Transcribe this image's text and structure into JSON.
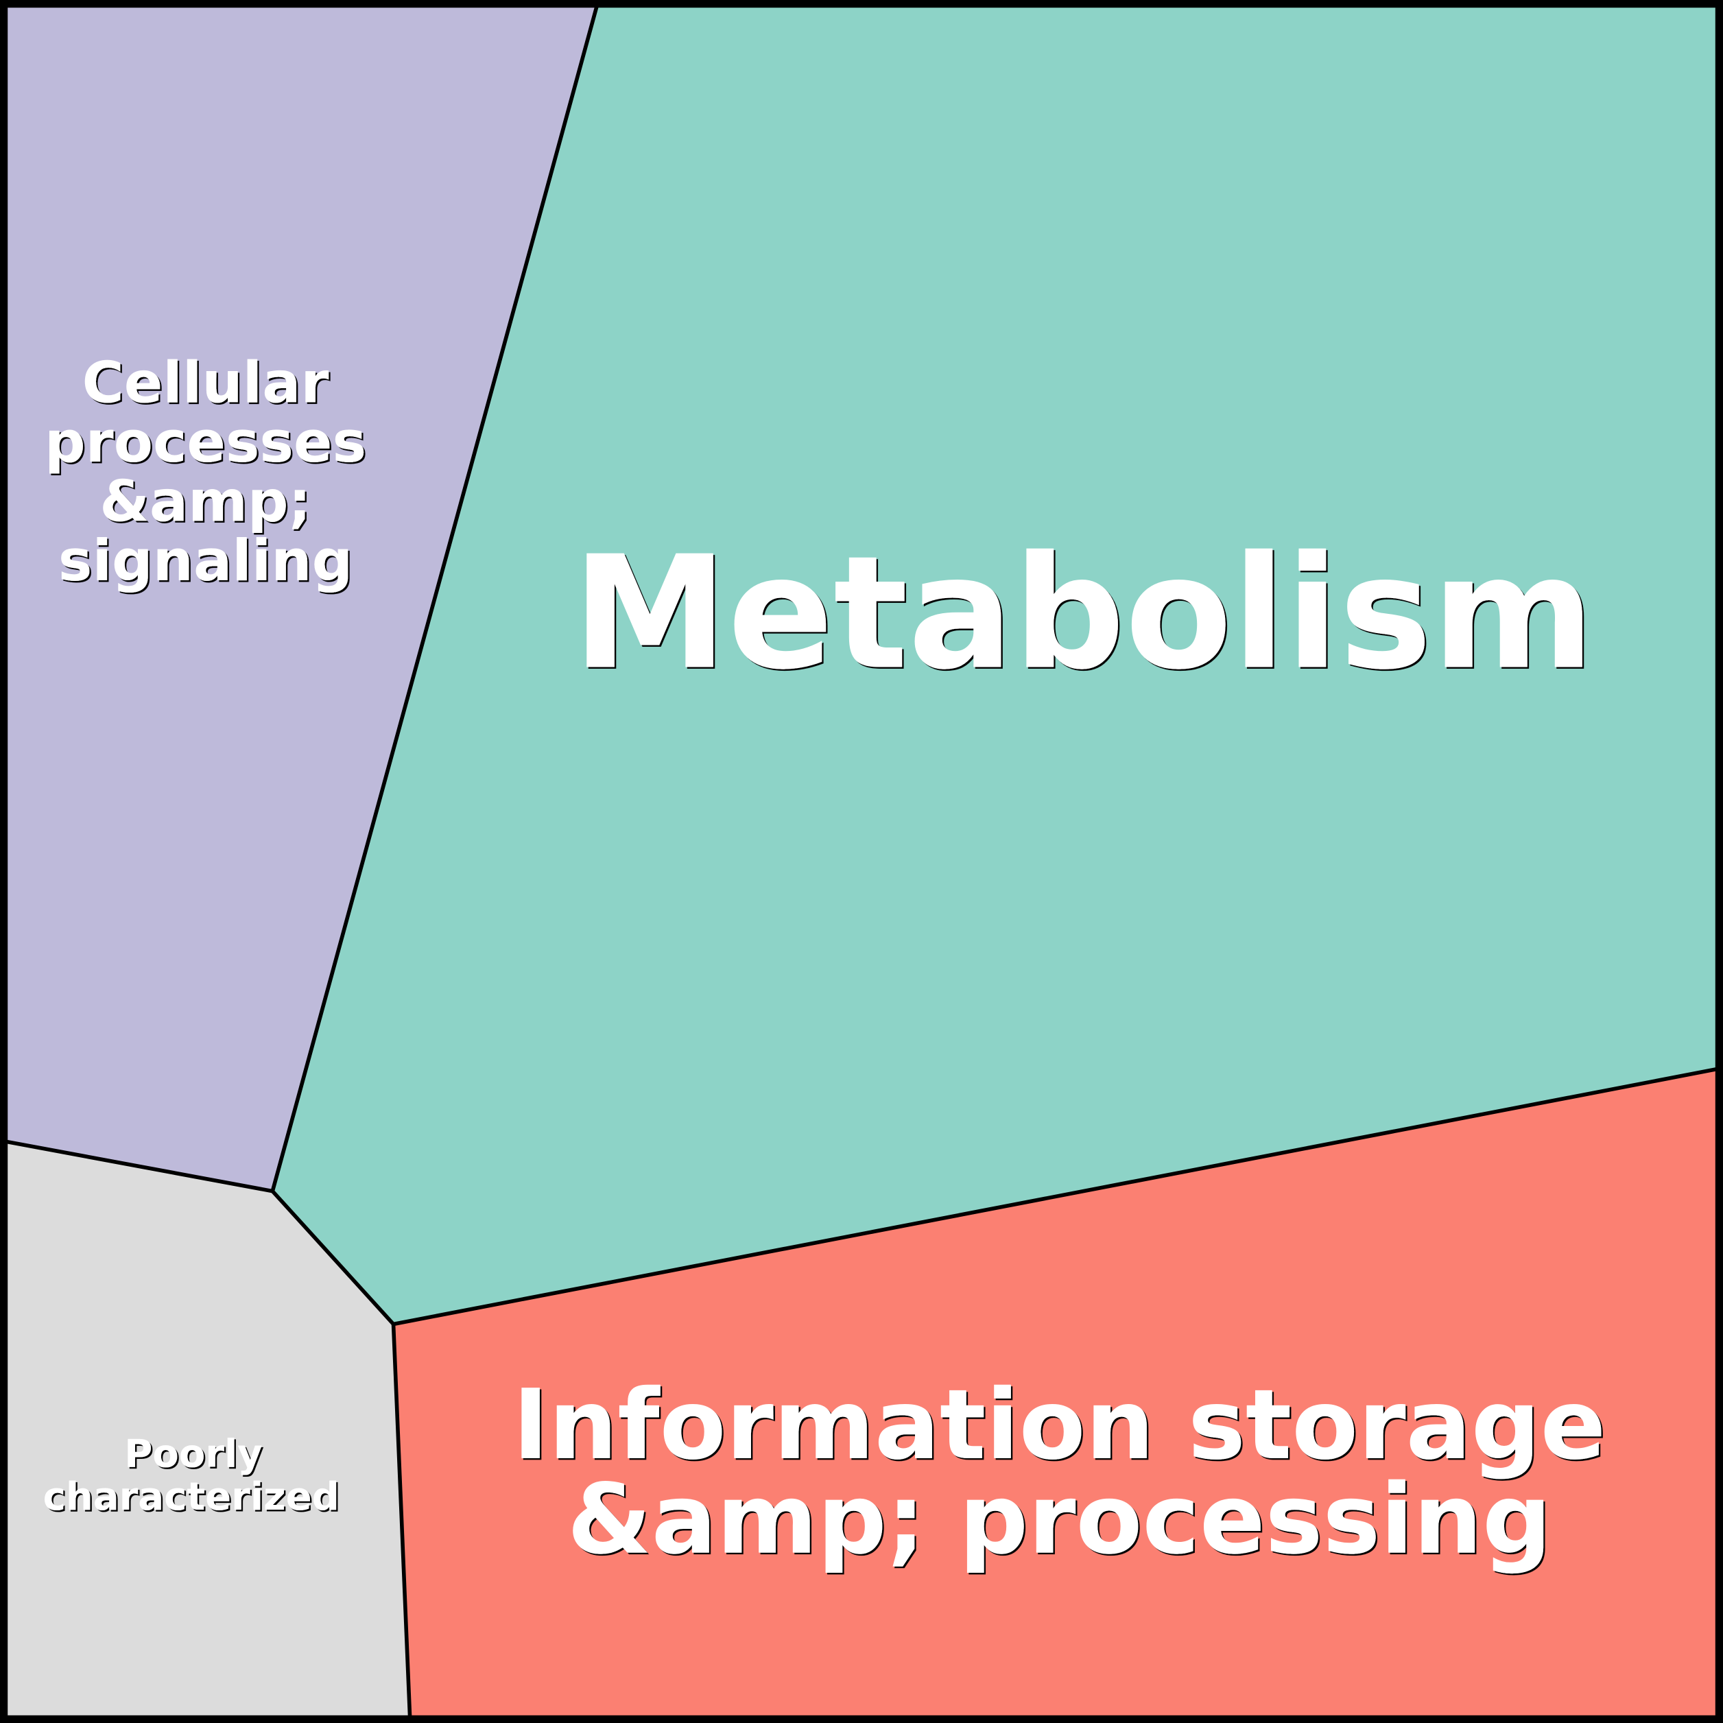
{
  "cells": [
    {
      "id": "cellular",
      "lines": [
        "Cellular",
        "processes",
        "&amp;",
        "signaling"
      ],
      "color": "#bebada"
    },
    {
      "id": "metabolism",
      "lines": [
        "Metabolism"
      ],
      "color": "#8dd3c7"
    },
    {
      "id": "information",
      "lines": [
        "Information storage",
        "&amp; processing"
      ],
      "color": "#fb8072"
    },
    {
      "id": "poorly",
      "lines": [
        "Poorly",
        "characterized"
      ],
      "color": "#dcdcdc"
    }
  ],
  "border_color": "#000000"
}
